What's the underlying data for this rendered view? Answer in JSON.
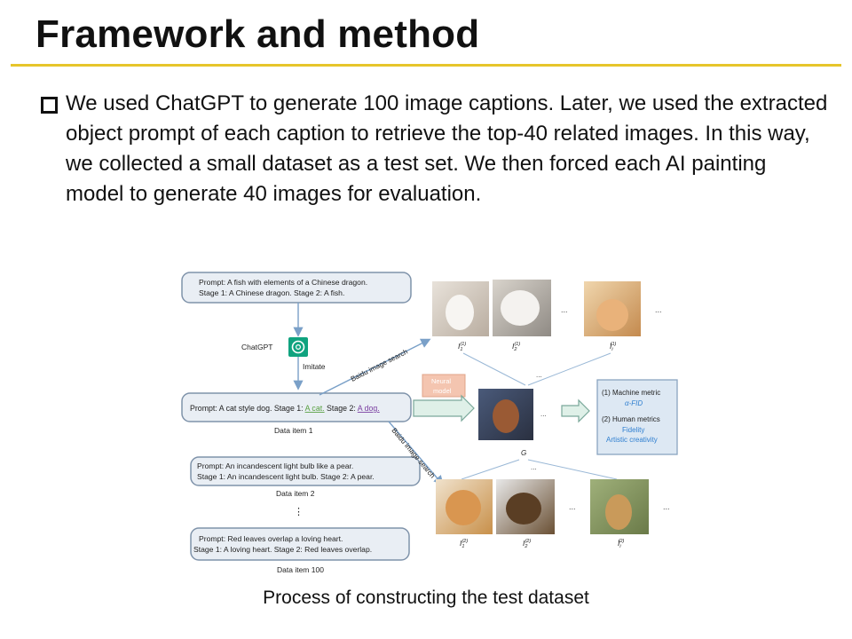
{
  "slide": {
    "title": "Framework and method",
    "bullet": "We used ChatGPT to generate 100 image captions. Later, we used the extracted object prompt of each caption to retrieve the top-40 related images. In this way, we collected a small dataset as a test set. We then forced each AI painting model to generate 40 images for evaluation.",
    "caption": "Process of constructing the test dataset"
  },
  "diagram": {
    "example_prompt": {
      "line1": "Prompt: A fish with elements of a Chinese dragon.",
      "line2": "Stage 1: A Chinese dragon.   Stage 2: A fish."
    },
    "chatgpt_label": "ChatGPT",
    "imitate_label": "Imitate",
    "item1": {
      "prefix": "Prompt: A cat style dog. Stage 1: ",
      "stage1_obj": "A cat.",
      "middle": "  Stage 2: ",
      "stage2_obj": "A dog.",
      "label": "Data item 1"
    },
    "item2": {
      "line1": "Prompt: An incandescent light bulb like a pear.",
      "line2": "Stage 1: An incandescent light bulb.   Stage 2: A pear.",
      "label": "Data item 2"
    },
    "item100": {
      "line1": "Prompt: Red leaves overlap a loving heart.",
      "line2": "Stage 1: A loving heart.      Stage 2: Red leaves overlap.",
      "label": "Data item 100"
    },
    "vertical_ellipsis": "⋮",
    "search_label_top": "Baidu image search",
    "search_label_bottom": "Baidu image search",
    "neural_model_line1": "Neural",
    "neural_model_line2": "model",
    "ellipsis": "...",
    "g_label": "G",
    "top_image_labels": [
      "I",
      "I",
      "I"
    ],
    "top_image_subs": [
      "1",
      "2",
      "i"
    ],
    "top_image_sups": [
      "(1)",
      "(1)",
      "(1)"
    ],
    "bottom_image_labels": [
      "I",
      "I",
      "I"
    ],
    "bottom_image_subs": [
      "1",
      "2",
      "i"
    ],
    "bottom_image_sups": [
      "(2)",
      "(2)",
      "(2)"
    ],
    "metrics": {
      "machine": "(1) Machine metric",
      "fid": "α-FID",
      "human": "(2) Human metrics",
      "fidelity": "Fidelity",
      "creativity": "Artistic creativity"
    },
    "colors": {
      "box_fill": "#e9eef4",
      "box_stroke": "#7f93aa",
      "arrow": "#7aa0c8",
      "chatgpt_green": "#10a37f",
      "neural_fill": "#f4c5b0",
      "stage1_color": "#58a040",
      "stage2_color": "#7a3ea0",
      "metric_blue": "#2f7fd0",
      "metric_box": "#dde8f3"
    }
  }
}
